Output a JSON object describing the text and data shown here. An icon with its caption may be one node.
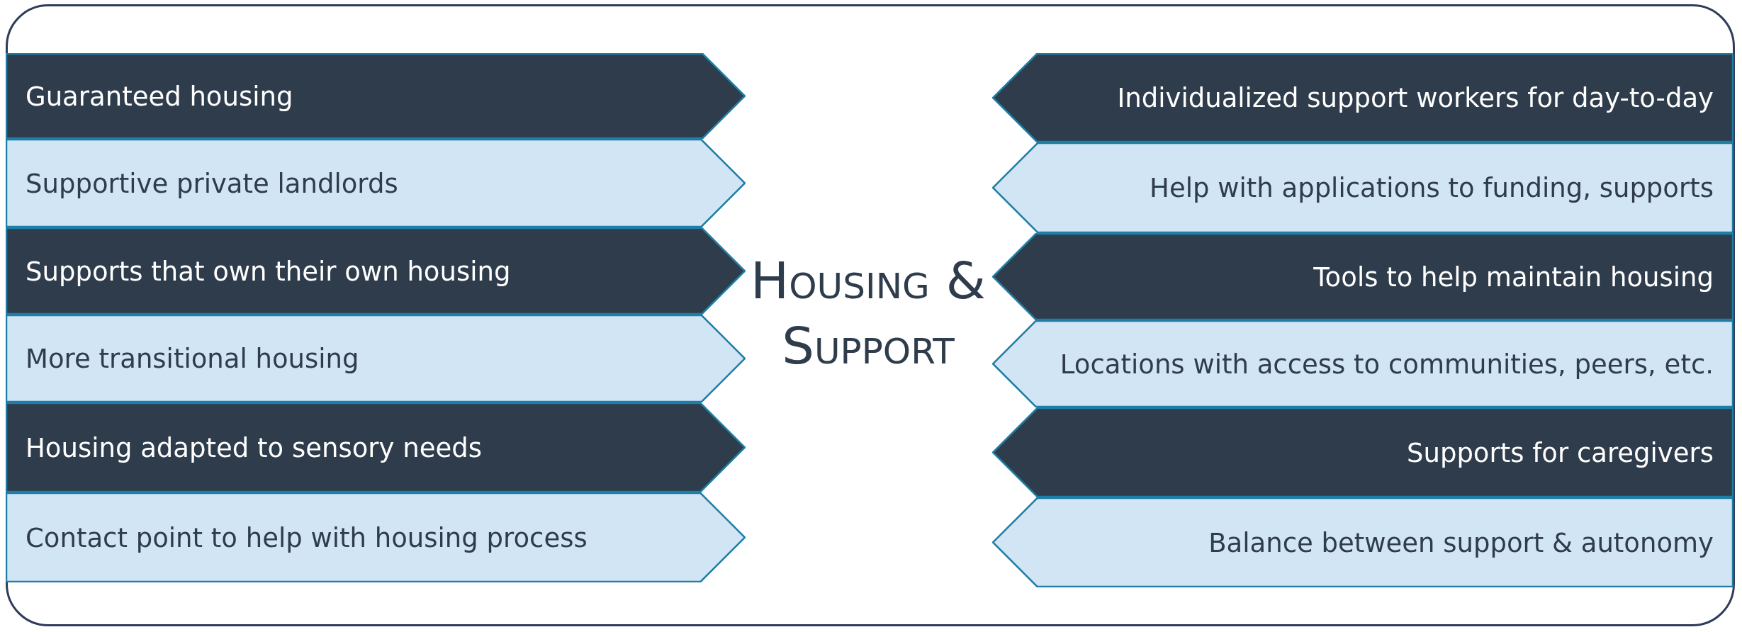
{
  "diagram": {
    "title": "Housing & Support",
    "nodes": [
      {
        "text": [
          "Guaranteed housing"
        ]
      },
      {
        "text": [
          "Supportive private landlords"
        ]
      },
      {
        "text": [
          "Supports that own their own housing"
        ]
      },
      {
        "text": [
          "More transitional housing"
        ]
      },
      {
        "text": [
          "Housing adapted to sensory needs"
        ]
      },
      {
        "text": [
          "Contact point to help with housing process"
        ]
      },
      {
        "text": [
          "Individualized support workers for day-to-day"
        ]
      },
      {
        "text": [
          "Help with applications to funding, supports"
        ]
      },
      {
        "text": [
          "Tools to help maintain housing"
        ]
      },
      {
        "text": [
          "Locations with access to communities, peers, etc."
        ]
      },
      {
        "text": [
          "Supports for caregivers"
        ]
      },
      {
        "text": [
          "Balance between support & autonomy"
        ]
      }
    ]
  }
}
